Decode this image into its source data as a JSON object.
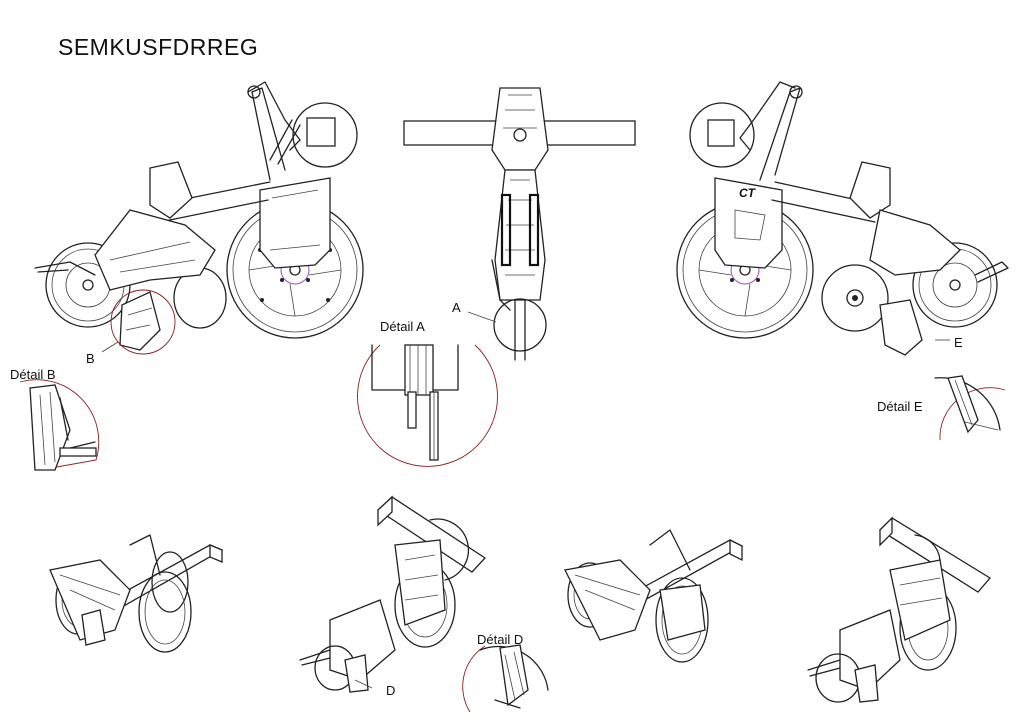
{
  "title": "SEMKUSFDRREG",
  "labels": {
    "a": "A",
    "b": "B",
    "d": "D",
    "e": "E",
    "detail_a": "Détail A",
    "detail_b": "Détail B",
    "detail_d": "Détail D",
    "detail_e": "Détail E",
    "brand_mark": "CT"
  },
  "colors": {
    "line": "#222222",
    "detail_circle": "#8a1f1f",
    "hub_highlight": "#9b4fc2"
  }
}
